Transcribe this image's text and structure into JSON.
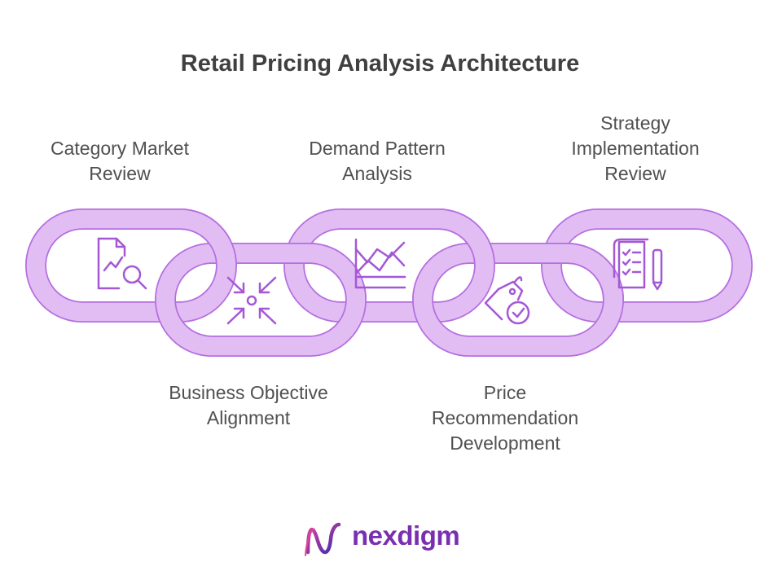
{
  "title": "Retail Pricing Analysis Architecture",
  "steps": [
    {
      "label": "Category Market\nReview",
      "icon": "chart-document-search-icon"
    },
    {
      "label": "Business Objective\nAlignment",
      "icon": "converging-arrows-target-icon"
    },
    {
      "label": "Demand Pattern\nAnalysis",
      "icon": "line-chart-icon"
    },
    {
      "label": "Price\nRecommendation\nDevelopment",
      "icon": "price-tag-check-icon"
    },
    {
      "label": "Strategy\nImplementation\nReview",
      "icon": "clipboard-checklist-pen-icon"
    }
  ],
  "colors": {
    "link_stroke": "#dfb3f3",
    "link_outline": "#b56ee0",
    "icon": "#a458d6",
    "brand": "#7a2fb0"
  },
  "brand": {
    "name": "nexdigm",
    "icon": "nexdigm-logo-icon"
  }
}
